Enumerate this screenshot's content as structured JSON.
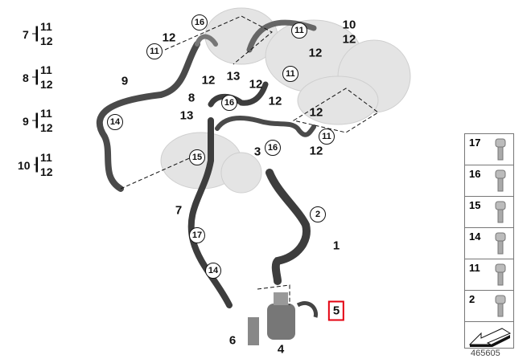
{
  "diagram_id": "465605",
  "highlight_color": "#e3000f",
  "legend": [
    {
      "group": "7",
      "items": [
        "11",
        "12"
      ]
    },
    {
      "group": "8",
      "items": [
        "11",
        "12"
      ]
    },
    {
      "group": "9",
      "items": [
        "11",
        "12"
      ]
    },
    {
      "group": "10",
      "items": [
        "11",
        "12"
      ]
    }
  ],
  "callouts": [
    {
      "label": "16",
      "circled": true
    },
    {
      "label": "12",
      "circled": false
    },
    {
      "label": "11",
      "circled": true
    },
    {
      "label": "12",
      "circled": false
    },
    {
      "label": "13",
      "circled": false
    },
    {
      "label": "9",
      "circled": false
    },
    {
      "label": "14",
      "circled": true
    },
    {
      "label": "8",
      "circled": false
    },
    {
      "label": "16",
      "circled": true
    },
    {
      "label": "12",
      "circled": false
    },
    {
      "label": "12",
      "circled": false
    },
    {
      "label": "11",
      "circled": true
    },
    {
      "label": "11",
      "circled": true
    },
    {
      "label": "10",
      "circled": false
    },
    {
      "label": "12",
      "circled": false
    },
    {
      "label": "12",
      "circled": false
    },
    {
      "label": "13",
      "circled": false
    },
    {
      "label": "12",
      "circled": false
    },
    {
      "label": "11",
      "circled": true
    },
    {
      "label": "12",
      "circled": false
    },
    {
      "label": "16",
      "circled": true
    },
    {
      "label": "15",
      "circled": true
    },
    {
      "label": "3",
      "circled": false
    },
    {
      "label": "2",
      "circled": true
    },
    {
      "label": "1",
      "circled": false
    },
    {
      "label": "7",
      "circled": false
    },
    {
      "label": "17",
      "circled": true
    },
    {
      "label": "14",
      "circled": true
    },
    {
      "label": "5",
      "circled": false,
      "highlighted": true
    },
    {
      "label": "6",
      "circled": false
    },
    {
      "label": "4",
      "circled": false
    }
  ],
  "parts_panel": [
    {
      "label": "17",
      "icon": "clip-icon"
    },
    {
      "label": "16",
      "icon": "socket-bolt-icon"
    },
    {
      "label": "15",
      "icon": "half-clamp-icon"
    },
    {
      "label": "14",
      "icon": "hose-clamp-icon"
    },
    {
      "label": "11",
      "icon": "banjo-bolt-icon"
    },
    {
      "label": "2",
      "icon": "flange-bolt-icon"
    }
  ]
}
